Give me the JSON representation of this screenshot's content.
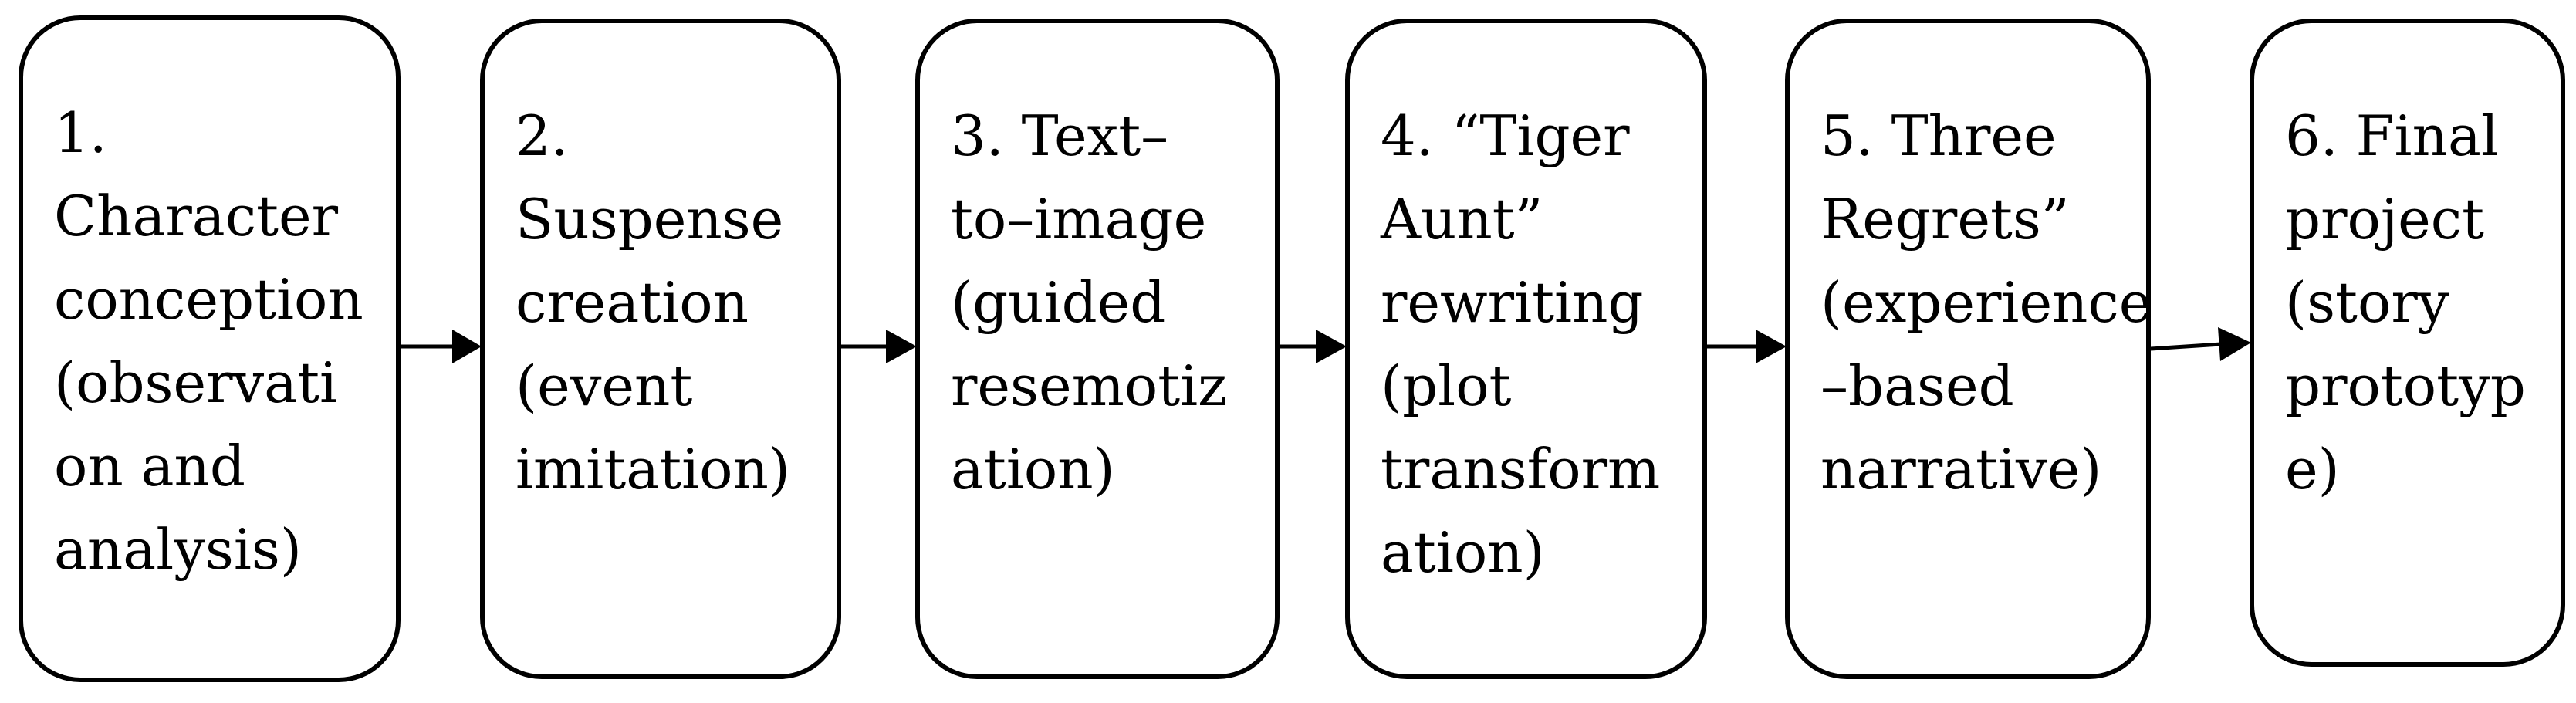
{
  "steps": [
    {
      "label": "1.\nCharacter\nconception\n(observati\non and\nanalysis)"
    },
    {
      "label": "2.\nSuspense\ncreation\n(event\nimitation)"
    },
    {
      "label": "3. Text–\nto–image\n(guided\nresemotiz\nation)"
    },
    {
      "label": "4. “Tiger\nAunt”\nrewriting\n(plot\ntransform\nation)"
    },
    {
      "label": "5. Three\nRegrets”\n(experience\n–based\nnarrative)"
    },
    {
      "label": "6. Final\nproject\n(story\nprototyp\ne)"
    }
  ],
  "colors": {
    "stroke": "#000000",
    "fill": "#ffffff"
  }
}
